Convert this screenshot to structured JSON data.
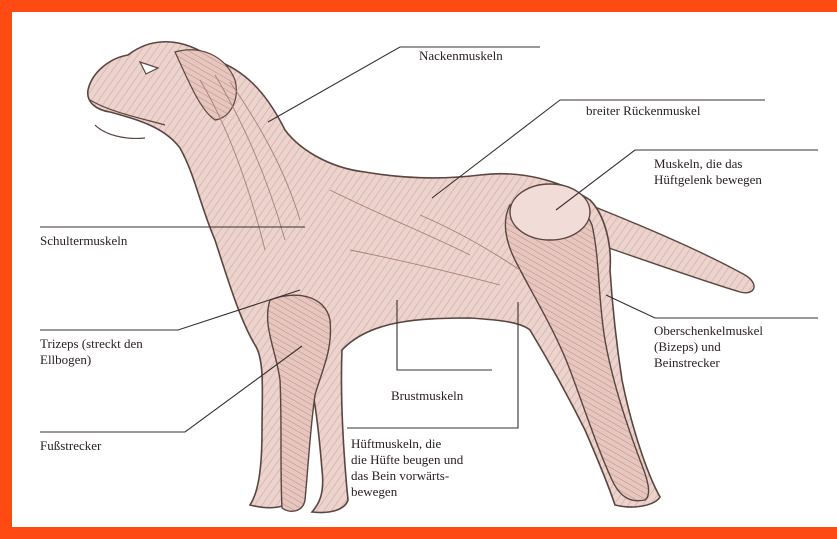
{
  "colors": {
    "frame": "#ff4a14",
    "muscle_fill": "#ecd3cd",
    "muscle_shade": "#c9a29a",
    "outline": "#5a4540",
    "leader": "#3a3030"
  },
  "labels": {
    "nackenmuskeln": "Nackenmuskeln",
    "breiter_rueckenmuskel": "breiter Rückenmuskel",
    "huftgelenk": "Muskeln, die das\nHüftgelenk bewegen",
    "schultermuskeln": "Schultermuskeln",
    "trizeps": "Trizeps (streckt den\nEllbogen)",
    "oberschenkelmuskel": "Oberschenkelmuskel\n(Bizeps) und\nBeinstrecker",
    "brustmuskeln": "Brustmuskeln",
    "fussstrecker": "Fußstrecker",
    "hueftmuskeln": "Hüftmuskeln, die\ndie Hüfte beugen und\ndas Bein vorwärts-\nbewegen"
  }
}
